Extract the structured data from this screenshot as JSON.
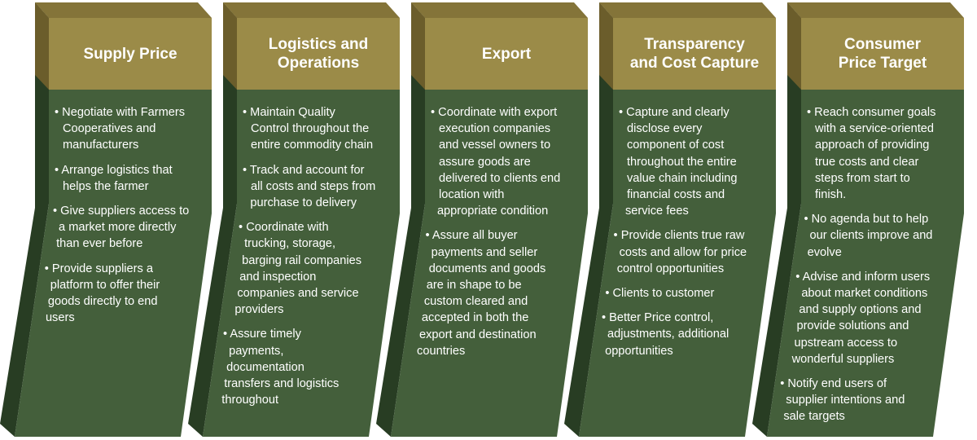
{
  "colors": {
    "top_face": "#847439",
    "header_front": "#9b8b48",
    "header_side": "#6b5d2b",
    "body_front": "#445f3b",
    "body_side": "#283d23"
  },
  "columns": [
    {
      "title_lines": [
        "Supply Price"
      ],
      "bullets": [
        [
          "• Negotiate with Farmers",
          "Cooperatives and",
          "manufacturers"
        ],
        [
          "• Arrange logistics that",
          "helps the farmer"
        ],
        [
          "• Give suppliers access to",
          "a market more directly",
          "than ever before"
        ],
        [
          "• Provide suppliers a",
          "platform to offer their",
          "goods directly to end",
          "users"
        ]
      ]
    },
    {
      "title_lines": [
        "Logistics and",
        "Operations"
      ],
      "bullets": [
        [
          "• Maintain Quality",
          "Control throughout the",
          "entire commodity chain"
        ],
        [
          "• Track and account for",
          "all costs and steps from",
          "purchase to delivery"
        ],
        [
          "• Coordinate with",
          "trucking, storage,",
          "barging rail companies",
          "and inspection",
          "companies and service",
          "providers"
        ],
        [
          "• Assure timely",
          "payments,",
          "documentation",
          "transfers and logistics",
          "throughout"
        ]
      ]
    },
    {
      "title_lines": [
        "Export"
      ],
      "bullets": [
        [
          "• Coordinate with export",
          "execution companies",
          "and vessel owners to",
          "assure goods are",
          "delivered to clients end",
          "location with",
          "appropriate condition"
        ],
        [
          "• Assure all buyer",
          "payments and seller",
          "documents and goods",
          "are in shape to be",
          "custom cleared and",
          "accepted in both the",
          "export and  destination",
          "countries"
        ]
      ]
    },
    {
      "title_lines": [
        "Transparency",
        "and Cost Capture"
      ],
      "bullets": [
        [
          "• Capture and clearly",
          "disclose every",
          "component of cost",
          "throughout the entire",
          "value chain including",
          "financial costs and",
          "service fees"
        ],
        [
          "• Provide clients true raw",
          "costs and allow for price",
          "control opportunities"
        ],
        [
          "• Clients to customer"
        ],
        [
          "• Better Price control,",
          "adjustments, additional",
          "opportunities"
        ]
      ]
    },
    {
      "title_lines": [
        "Consumer",
        "Price Target"
      ],
      "bullets": [
        [
          "• Reach consumer goals",
          "with a service-oriented",
          "approach of providing",
          "true costs and clear",
          "steps from start to",
          "finish."
        ],
        [
          "• No agenda but to help",
          "our clients improve and",
          "evolve"
        ],
        [
          "• Advise and inform users",
          "about market conditions",
          "and supply options and",
          "provide solutions and",
          "upstream access to",
          "wonderful suppliers"
        ],
        [
          "• Notify end users of",
          "supplier intentions and",
          "sale targets"
        ]
      ]
    }
  ]
}
